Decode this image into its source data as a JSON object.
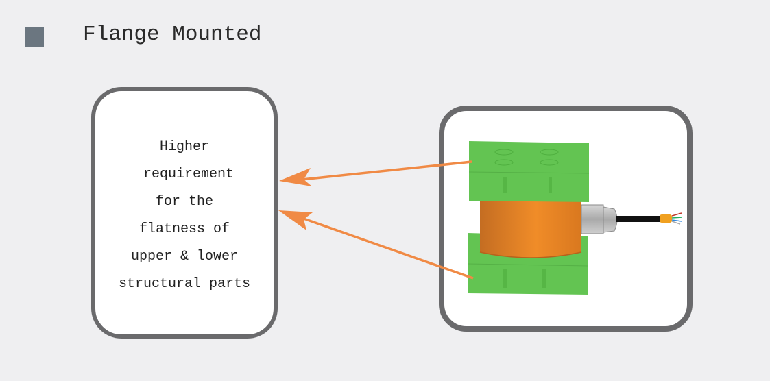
{
  "header": {
    "bullet_icon": "square-bullet-icon",
    "title": "Flange Mounted"
  },
  "callout": {
    "lines": [
      "Higher",
      " requirement",
      "for the",
      "flatness of",
      "upper & lower",
      "structural parts"
    ]
  },
  "illustration": {
    "subject": "flange-mounted-load-cell",
    "parts": [
      "upper-flange-plate",
      "load-cell-body",
      "cable-gland",
      "signal-cable",
      "lower-flange-plate"
    ],
    "colors": {
      "flange": "#63c452",
      "body": "#e98a2a",
      "arrow": "#f08a45",
      "frame": "#6a6a6c"
    }
  },
  "arrows": [
    {
      "from": "upper-flange-plate",
      "to": "callout"
    },
    {
      "from": "lower-flange-plate",
      "to": "callout"
    }
  ]
}
